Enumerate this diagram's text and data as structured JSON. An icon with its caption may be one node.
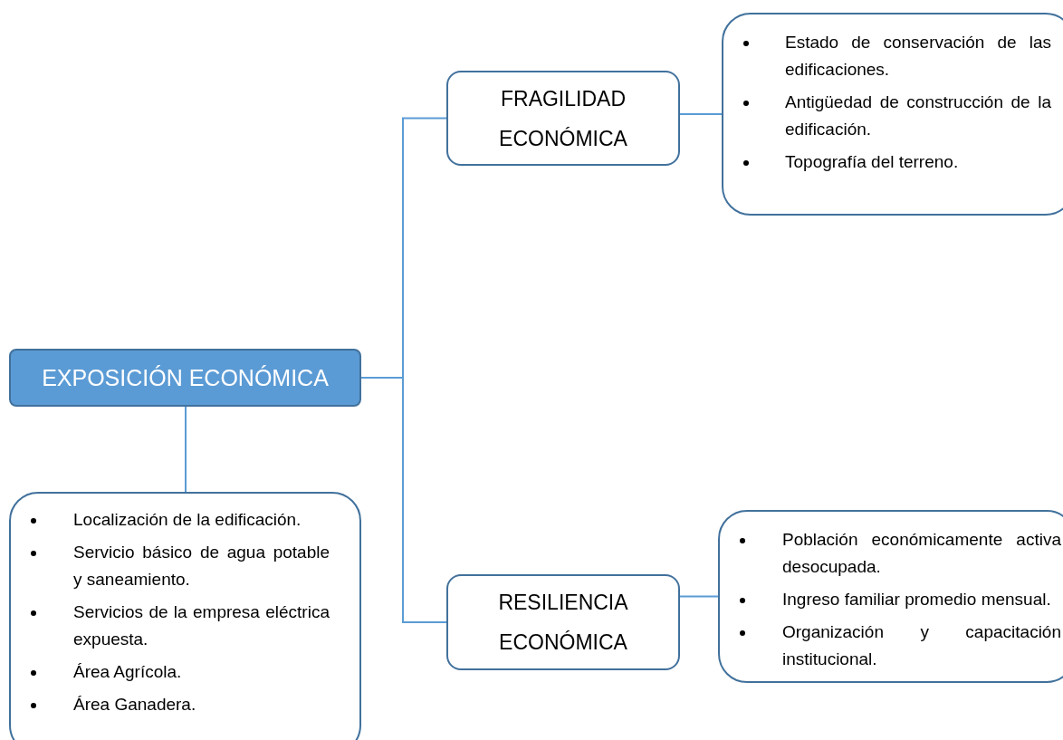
{
  "diagram": {
    "nodes": [
      {
        "text": [
          "EXPOSICIÓN ECONÓMICA"
        ]
      },
      {
        "text": [
          "FRAGILIDAD ECONÓMICA"
        ]
      },
      {
        "text": [
          "Estado de conservación de las edificaciones.",
          "Antigüedad de construcción de la edificación.",
          "Topografía del terreno."
        ]
      },
      {
        "text": [
          "RESILIENCIA ECONÓMICA"
        ]
      },
      {
        "text": [
          "Población económicamente activa desocupada.",
          "Ingreso familiar promedio mensual.",
          "Organización y capacitación institucional."
        ]
      },
      {
        "text": [
          "Localización de la edificación.",
          "Servicio básico de agua potable y saneamiento.",
          "Servicios de la empresa eléctrica expuesta.",
          "Área Agrícola.",
          "Área Ganadera."
        ]
      }
    ],
    "edges": [
      {
        "from": 0,
        "to": 1,
        "arrow": "none"
      },
      {
        "from": 0,
        "to": 3,
        "arrow": "none"
      },
      {
        "from": 1,
        "to": 2,
        "arrow": "none"
      },
      {
        "from": 3,
        "to": 4,
        "arrow": "none"
      },
      {
        "from": 0,
        "to": 5,
        "arrow": "none"
      }
    ]
  }
}
